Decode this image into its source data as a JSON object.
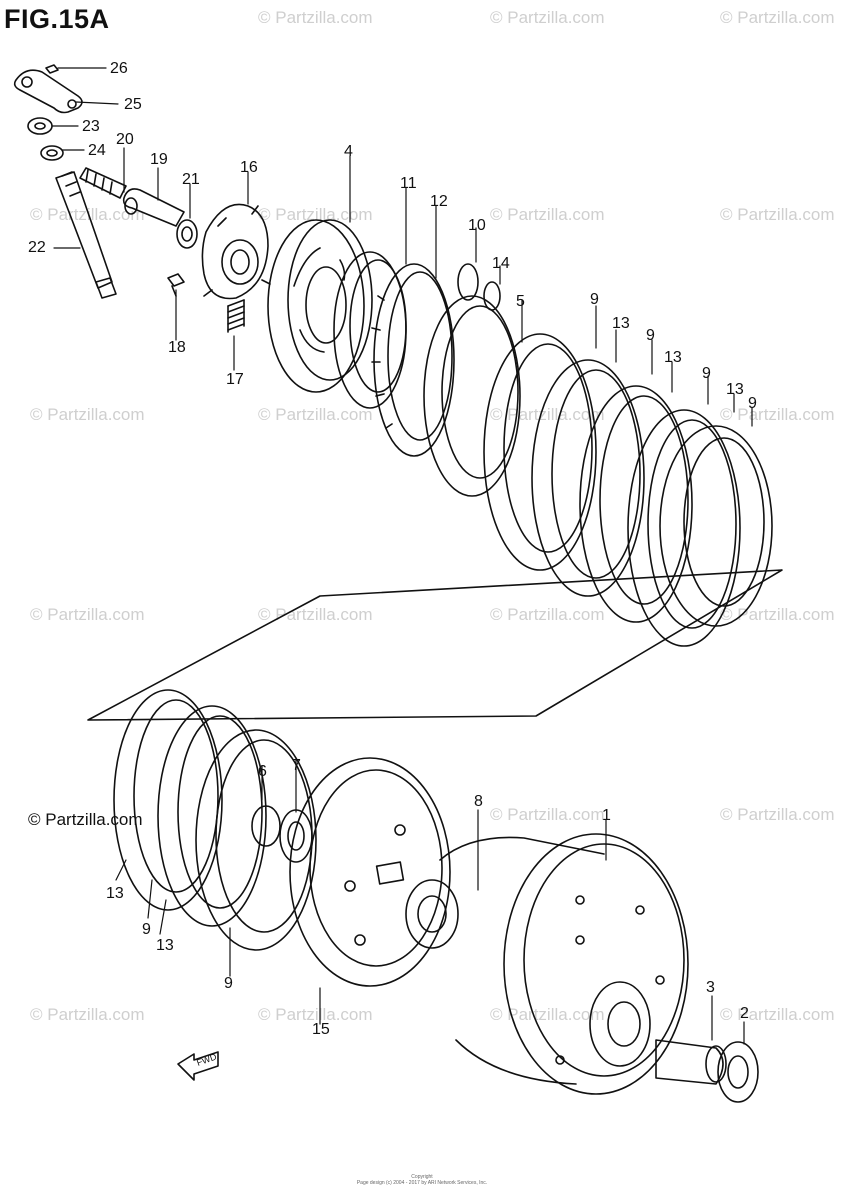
{
  "figure": {
    "title": "FIG.15A"
  },
  "watermark": {
    "text": "© Partzilla.com",
    "strong_text": "© Partzilla.com"
  },
  "callouts": [
    "26",
    "25",
    "23",
    "24",
    "20",
    "19",
    "21",
    "16",
    "4",
    "11",
    "12",
    "10",
    "14",
    "5",
    "9",
    "13",
    "9",
    "13",
    "9",
    "13",
    "9",
    "22",
    "18",
    "17",
    "6",
    "7",
    "8",
    "1",
    "13",
    "9",
    "13",
    "9",
    "15",
    "3",
    "2"
  ],
  "direction_tag": "FWD",
  "footer": {
    "line1": "Copyright",
    "line2": "Page design (c) 2004 - 2017 by ARI Network Services, Inc."
  },
  "colors": {
    "line": "#111111",
    "watermark": "#cfcfcf"
  }
}
